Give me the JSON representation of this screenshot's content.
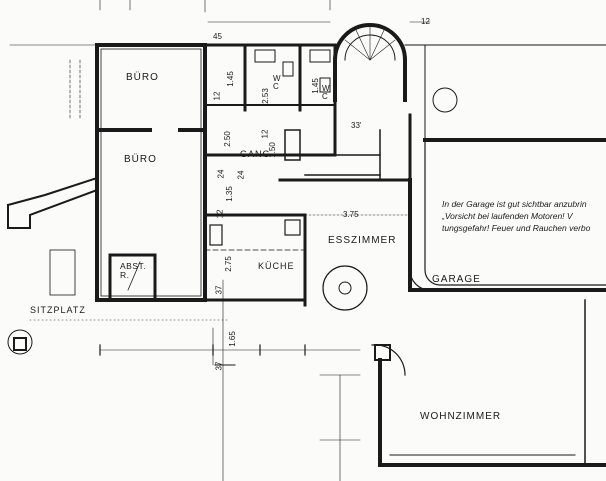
{
  "rooms": {
    "buero_upper": "BÜRO",
    "buero_lower": "BÜRO",
    "gang": "GANG",
    "wc1": "W\nC",
    "wc2": "W\nC",
    "kueche": "KÜCHE",
    "abst": "ABST.\nR.",
    "esszimmer": "ESSZIMMER",
    "garage": "GARAGE",
    "wohnzimmer": "WOHNZIMMER",
    "sitzplatz": "SITZPLATZ"
  },
  "dimensions": {
    "d45": "45",
    "d12_top": "12",
    "d12_left": "12",
    "d145_a": "1.45",
    "d253": "2.53",
    "d145_b": "1.45",
    "d33": "33'",
    "d250": "2.50",
    "d24_a": "24",
    "d150": "1.50",
    "d12_mid": "12",
    "d24_b": "24",
    "d135": "1.35",
    "d12_low": "12",
    "d375": "3.75",
    "d275": "2.75",
    "d37_a": "37",
    "d165": "1.65",
    "d37_b": "37"
  },
  "garage_note": [
    "In der Garage ist gut sichtbar anzubrin",
    "„Vorsicht bei laufenden Motoren! V",
    "tungsgefahr! Feuer und Rauchen verbo"
  ]
}
